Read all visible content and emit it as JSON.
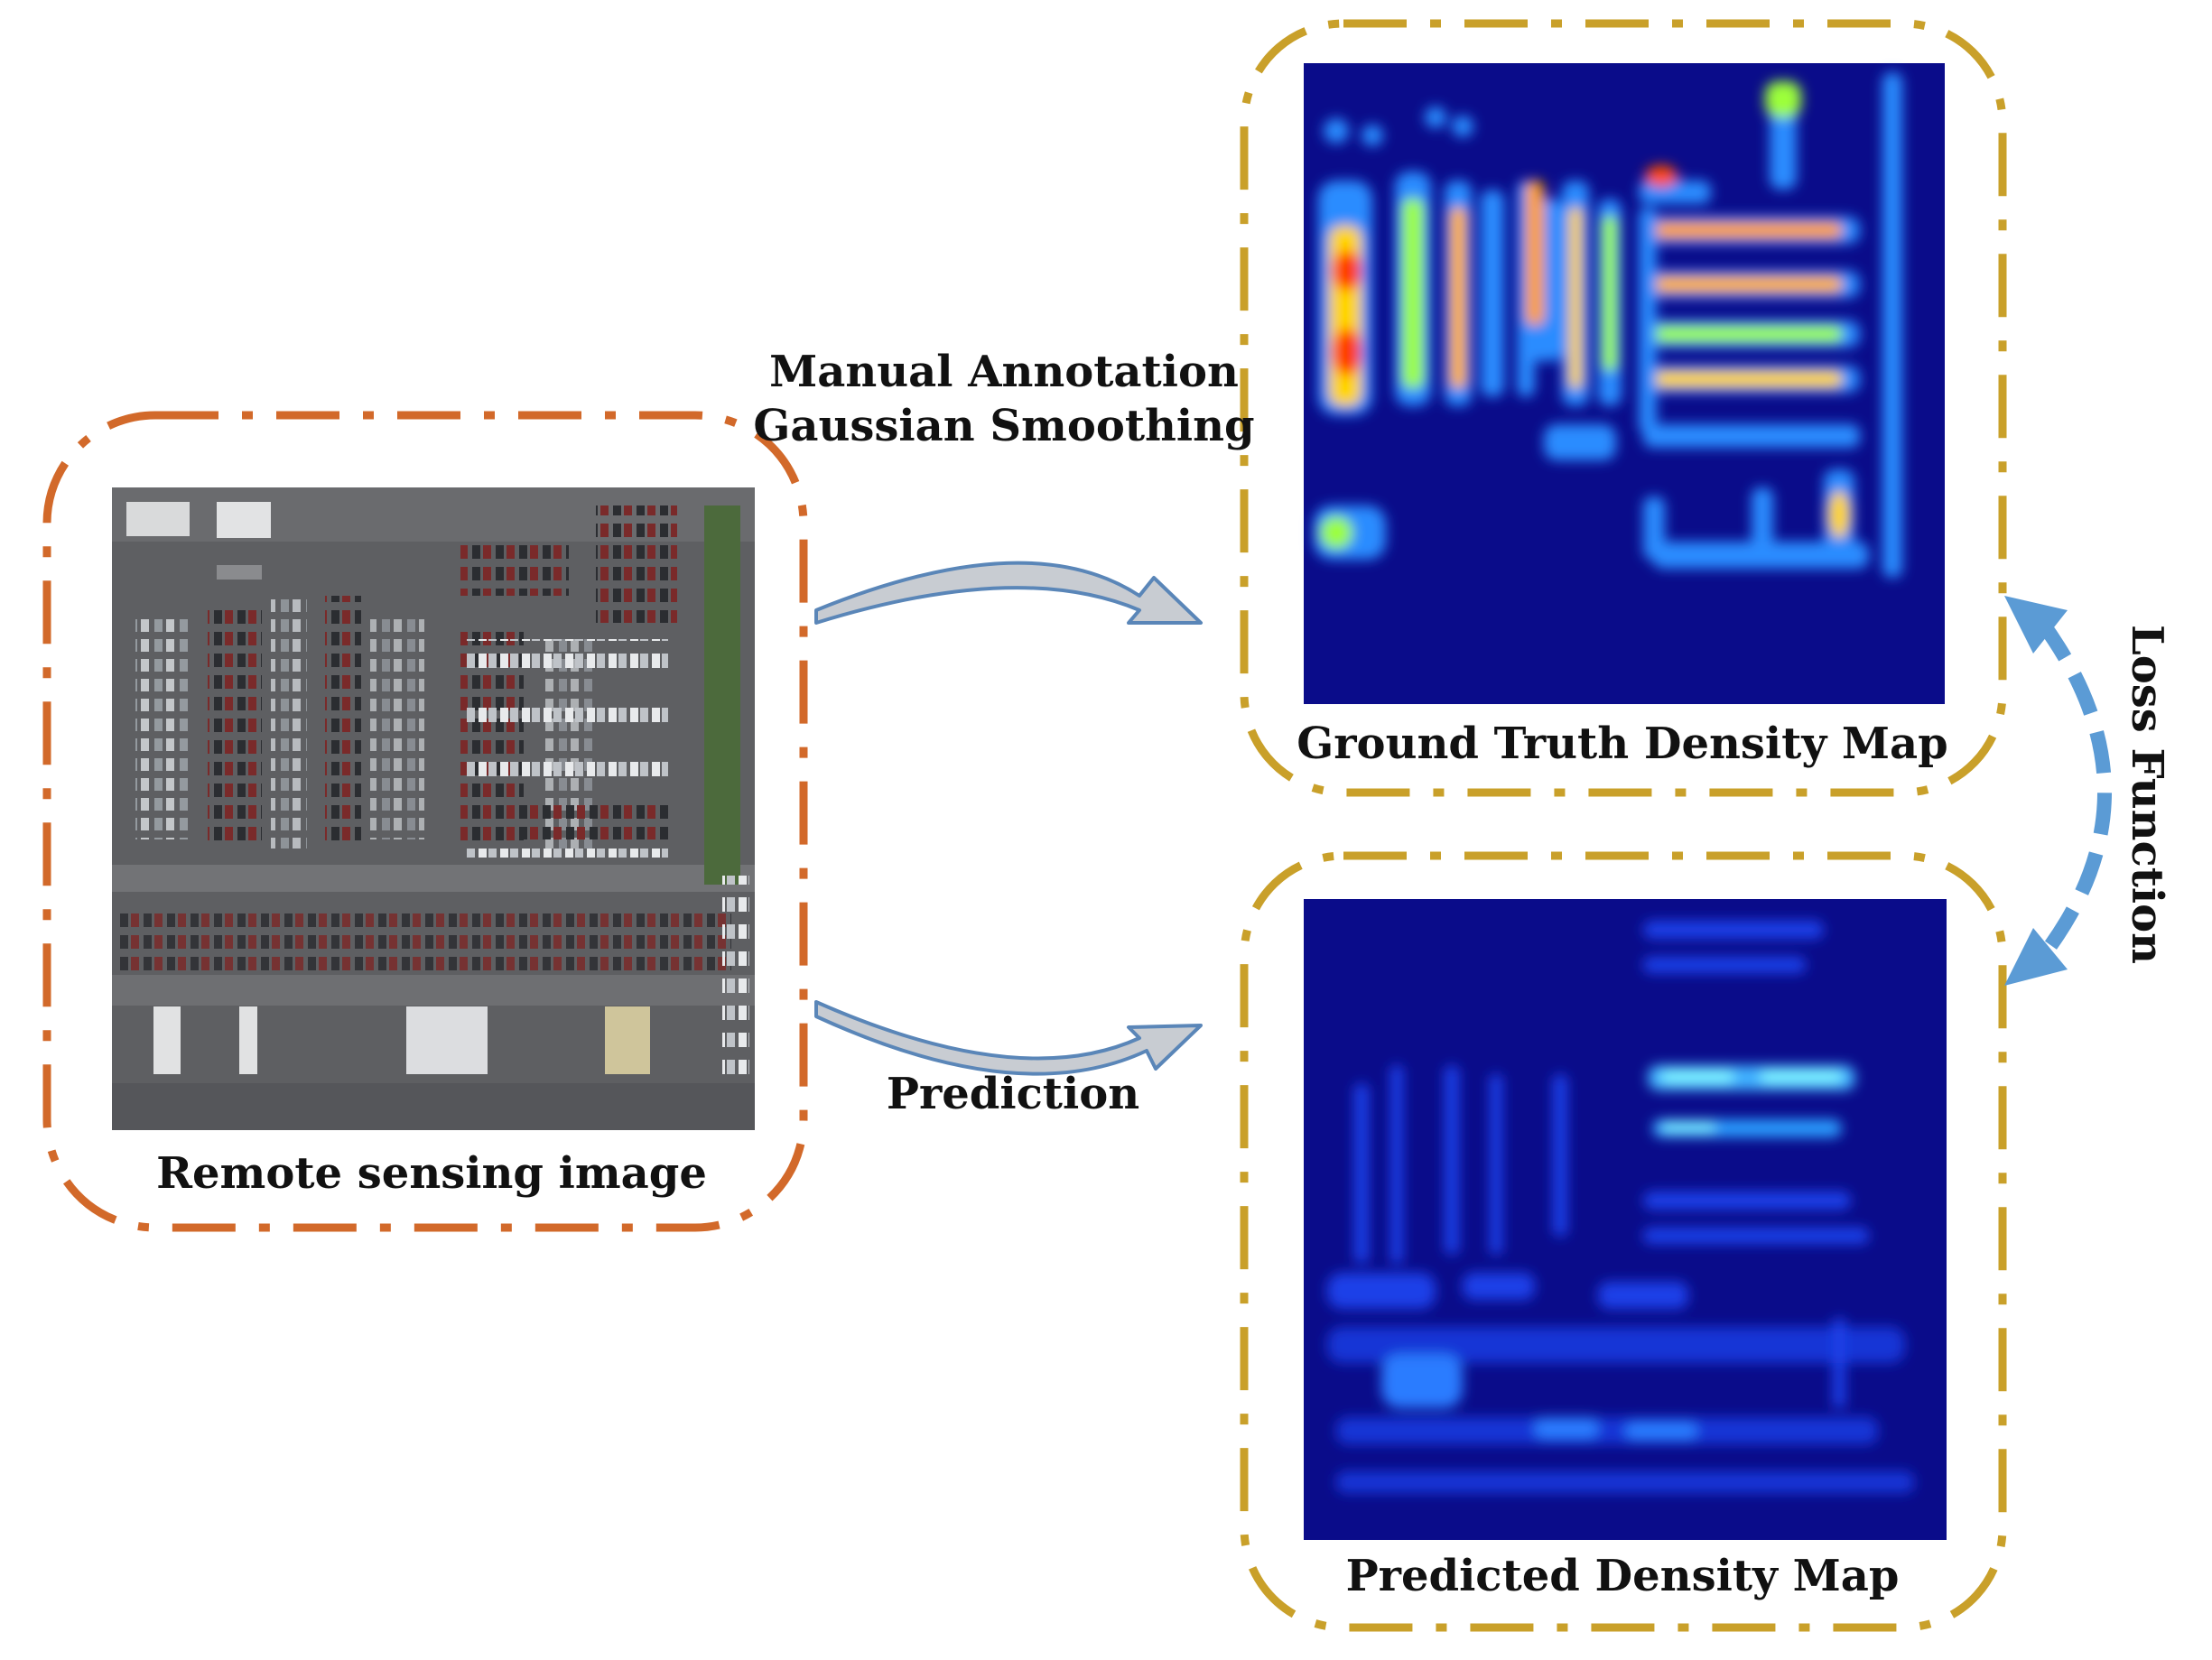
{
  "labels": {
    "remote_sensing": "Remote sensing image",
    "ground_truth": "Ground Truth Density Map",
    "predicted": "Predicted Density Map",
    "annotation_line1": "Manual Annotation",
    "annotation_line2": "Gaussian Smoothing",
    "prediction": "Prediction",
    "loss": "Loss Function"
  },
  "colors": {
    "remote_frame": "#d2692a",
    "density_frame": "#c9a02a",
    "process_arrow_fill": "#c8ccd2",
    "process_arrow_stroke": "#5a86b8",
    "loss_arrow": "#5b9bd5",
    "density_background": "#0a0c8a"
  },
  "icons": {
    "input_image": "aerial-parking-lot-image",
    "gt_map": "density-heatmap",
    "pred_map": "density-heatmap"
  }
}
